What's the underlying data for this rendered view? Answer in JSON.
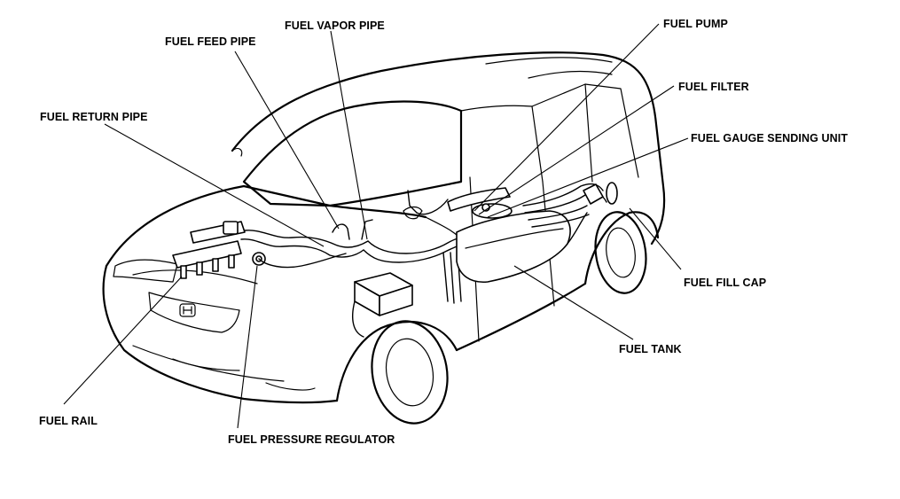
{
  "labels": {
    "fuel_feed_pipe": "FUEL FEED PIPE",
    "fuel_vapor_pipe": "FUEL VAPOR PIPE",
    "fuel_pump": "FUEL PUMP",
    "fuel_filter": "FUEL FILTER",
    "fuel_return_pipe": "FUEL RETURN PIPE",
    "fuel_gauge_sending_unit": "FUEL GAUGE SENDING UNIT",
    "fuel_fill_cap": "FUEL FILL CAP",
    "fuel_tank": "FUEL TANK",
    "fuel_rail": "FUEL RAIL",
    "fuel_pressure_regulator": "FUEL PRESSURE REGULATOR"
  },
  "colors": {
    "line": "#000000",
    "background": "#ffffff"
  }
}
